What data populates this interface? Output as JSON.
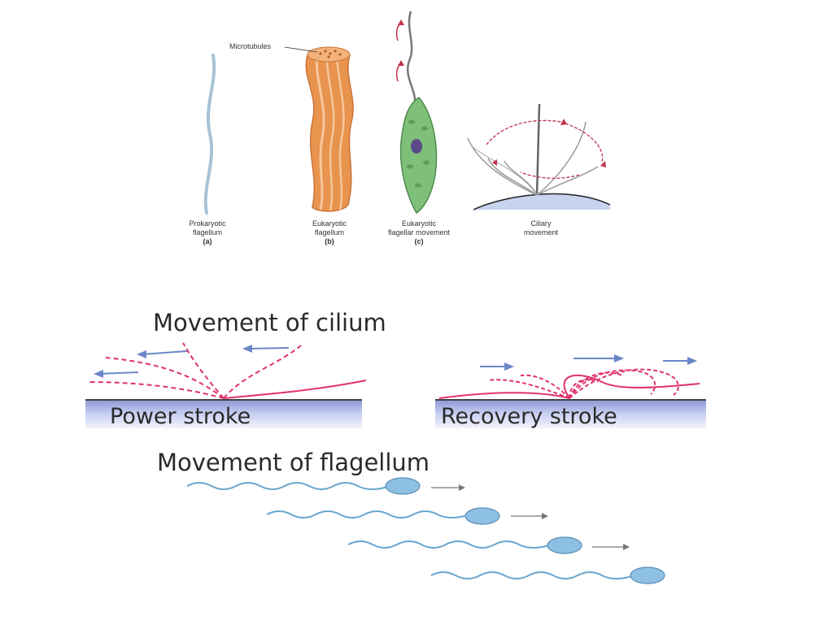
{
  "top_figure": {
    "microtubules_label": "Microtubules",
    "panels": [
      {
        "line1": "Prokaryotic",
        "line2": "flagellum",
        "letter": "(a)"
      },
      {
        "line1": "Eukaryotic",
        "line2": "flagellum",
        "letter": "(b)"
      },
      {
        "line1": "Eukaryotic",
        "line2": "flagellar movement",
        "letter": "(c)"
      },
      {
        "line1": "Ciliary",
        "line2": "movement",
        "letter": ""
      }
    ]
  },
  "bottom_figure": {
    "cilium_title": "Movement of cilium",
    "power_stroke": "Power stroke",
    "recovery_stroke": "Recovery stroke",
    "flagellum_title": "Movement of flagellum"
  },
  "colors": {
    "cilium_line": "#e0336a",
    "arrow_blue": "#6b86c8",
    "flagellum_wave": "#6aa6cf",
    "flagellum_head": "#8ec0e3",
    "orange": "#e8944e",
    "green": "#7ec07a"
  }
}
